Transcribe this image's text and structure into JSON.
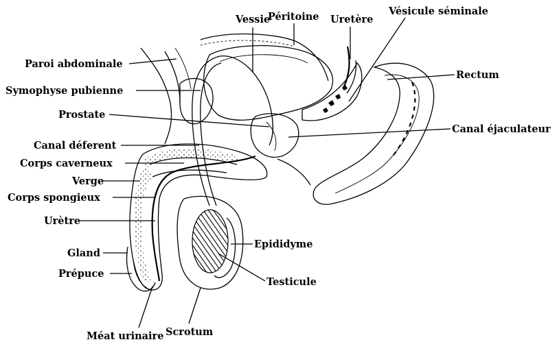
{
  "labels": {
    "vessie": "Vessie",
    "peritoine": "Péritoine",
    "uretere": "Uretère",
    "vesicule_seminale": "Vésicule séminale",
    "paroi_abdominale": "Paroi abdominale",
    "rectum": "Rectum",
    "symphyse_pubienne": "Symophyse pubienne",
    "prostate": "Prostate",
    "canal_ejaculateur": "Canal éjaculateur",
    "canal_deferent": "Canal déferent",
    "corps_caverneux": "Corps caverneux",
    "verge": "Verge",
    "corps_spongieux": "Corps spongieux",
    "uretre": "Urètre",
    "epididyme": "Epididyme",
    "gland": "Gland",
    "prepuce": "Prépuce",
    "testicule": "Testicule",
    "meat_urinaire": "Méat urinaire",
    "scrotum": "Scrotum"
  },
  "colors": {
    "ink": "#000000",
    "background": "#ffffff"
  }
}
